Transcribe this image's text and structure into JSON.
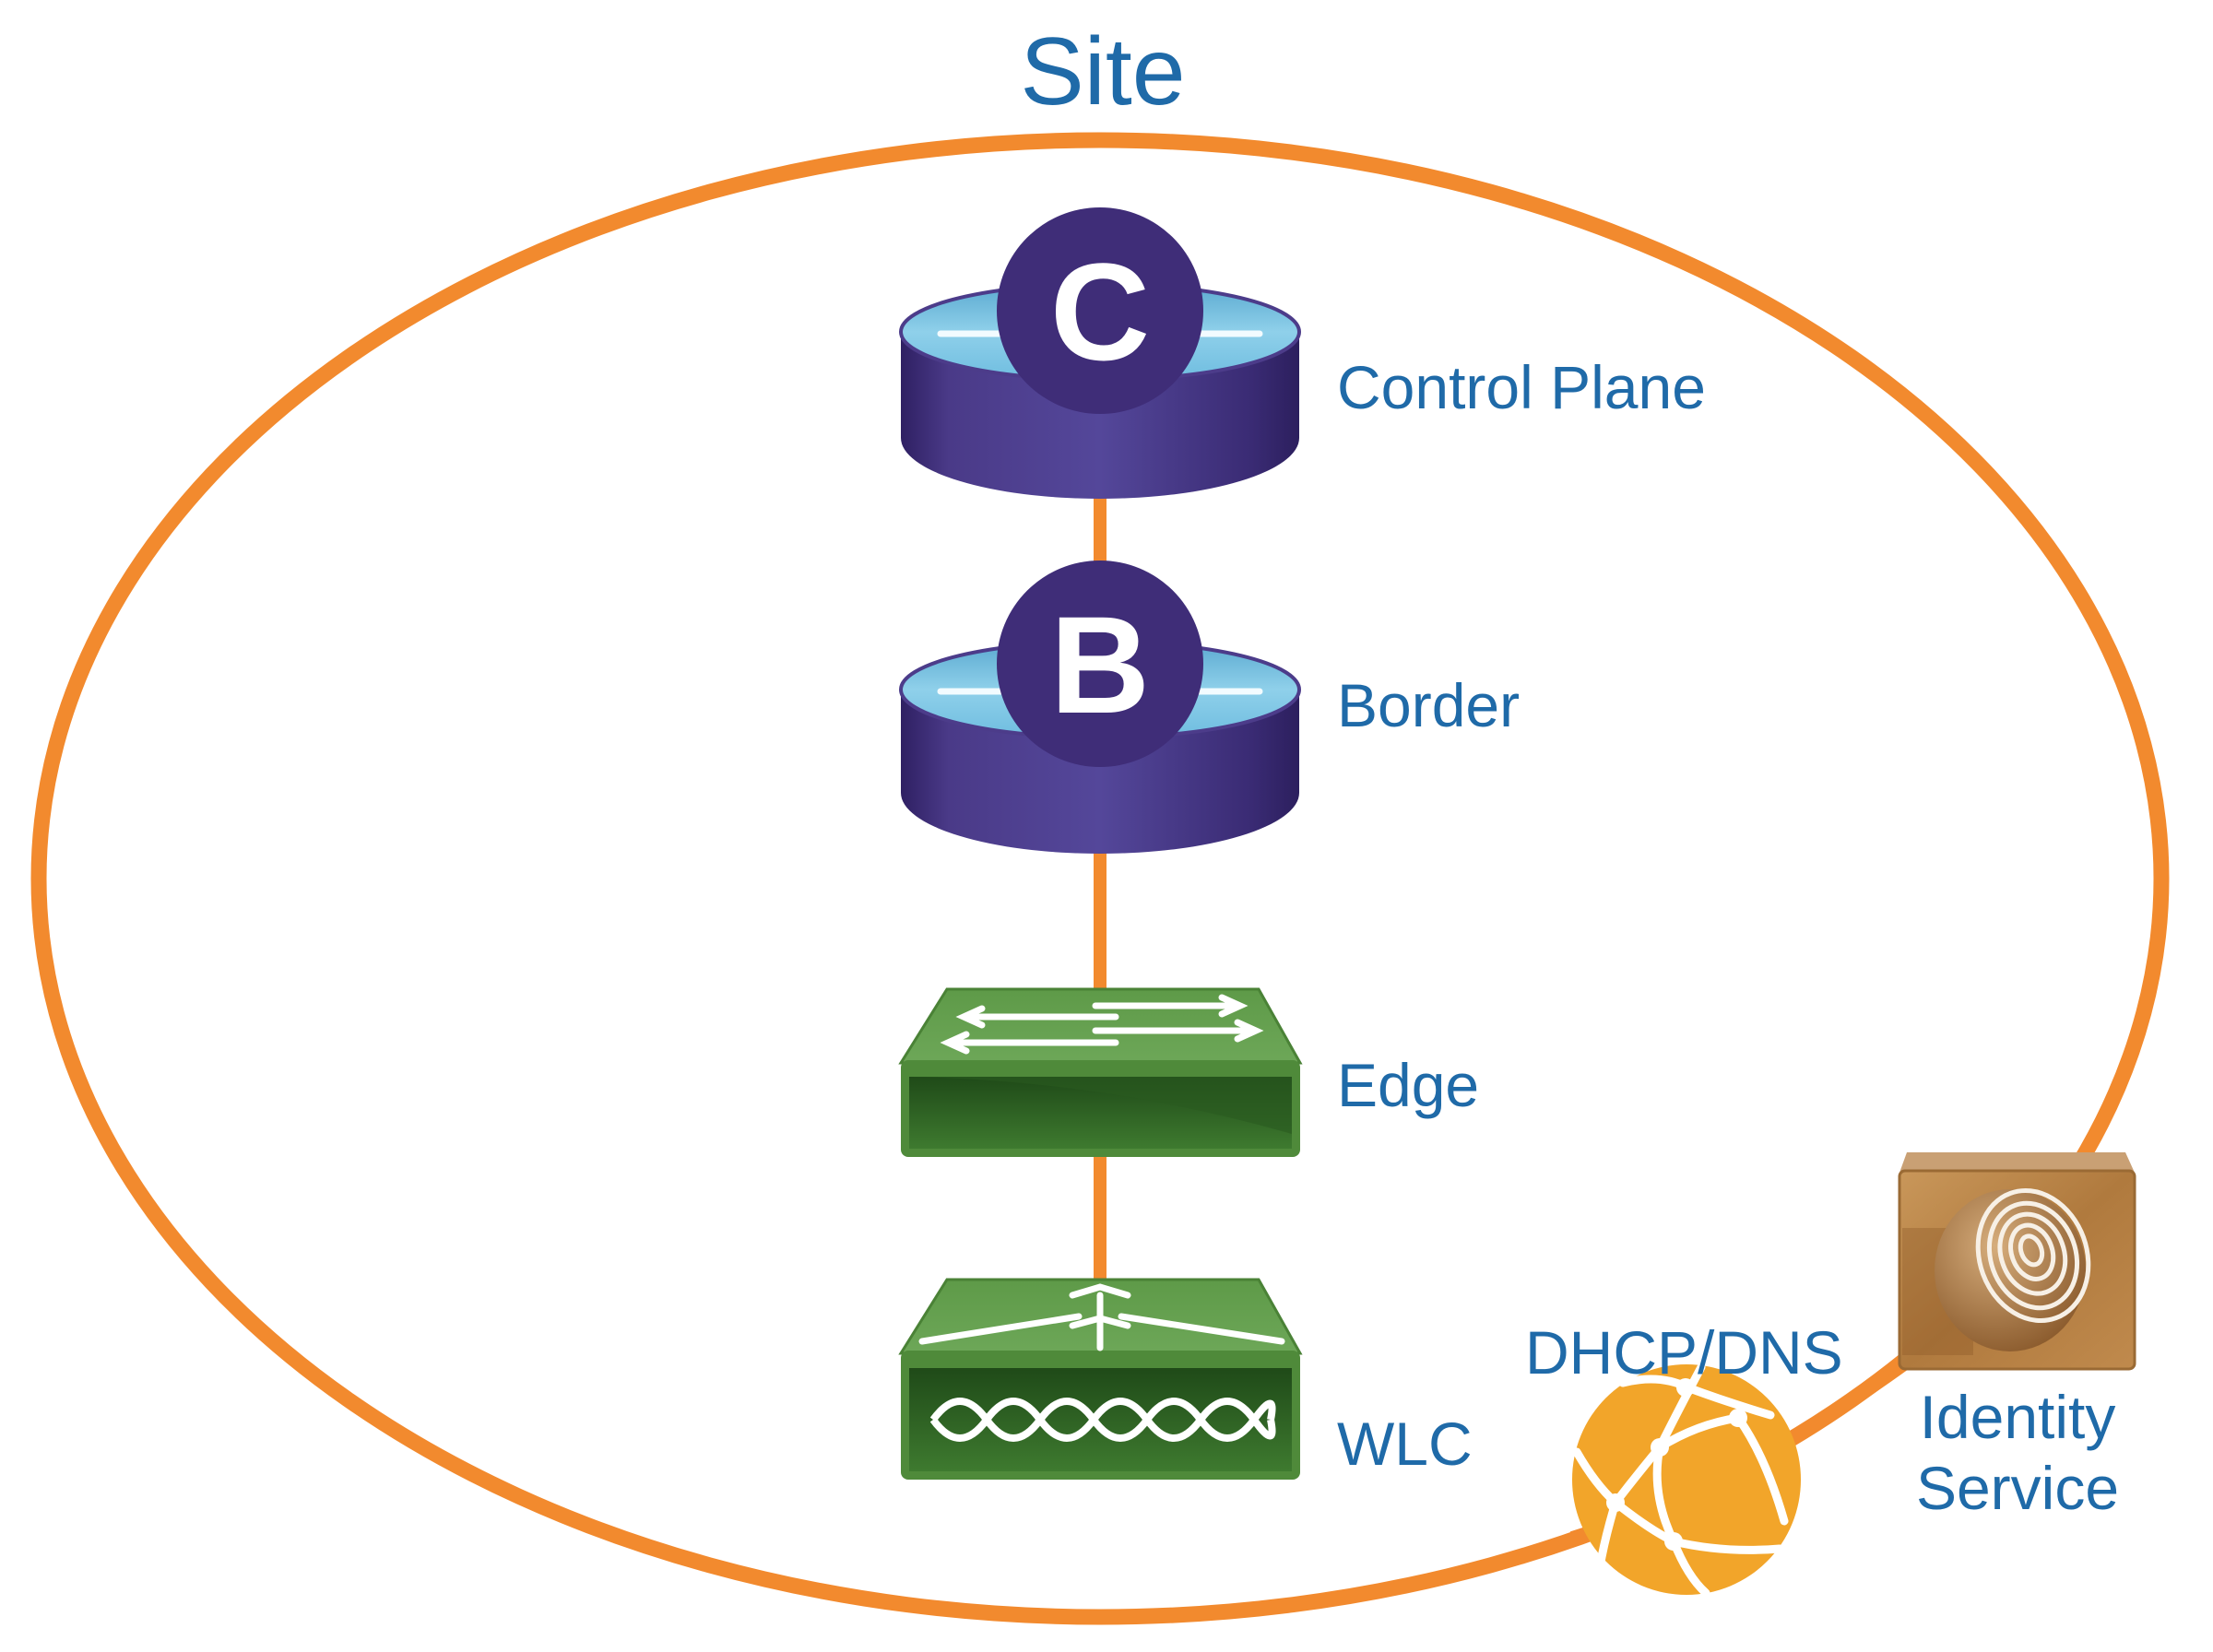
{
  "diagram": {
    "title": "Site",
    "colors": {
      "boundary": "#f28a2e",
      "label": "#1f6aa8",
      "router_body": "#3f2d78",
      "router_top": "#7fc6e2",
      "switch": "#4f8a3a",
      "globe": "#f2a52a",
      "identity": "#b88548"
    },
    "nodes": {
      "control_plane": {
        "badge": "C",
        "label": "Control Plane",
        "type": "router"
      },
      "border": {
        "badge": "B",
        "label": "Border",
        "type": "router"
      },
      "edge": {
        "label": "Edge",
        "type": "switch"
      },
      "wlc": {
        "label": "WLC",
        "type": "wireless-lan-controller"
      },
      "dhcp_dns": {
        "label": "DHCP/DNS",
        "type": "globe-server"
      },
      "identity": {
        "label_line1": "Identity",
        "label_line2": "Service",
        "type": "identity-server"
      }
    },
    "links": [
      [
        "control_plane",
        "border"
      ],
      [
        "border",
        "edge"
      ],
      [
        "edge",
        "wlc"
      ]
    ]
  }
}
